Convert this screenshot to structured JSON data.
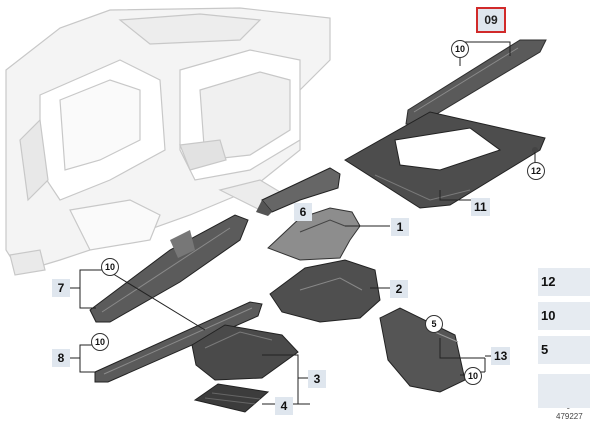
{
  "group_badge": "09",
  "catalog_number": "479227",
  "callouts": {
    "c1": "1",
    "c2": "2",
    "c3": "3",
    "c4": "4",
    "c6": "6",
    "c7": "7",
    "c8": "8",
    "c11": "11",
    "c13": "13"
  },
  "circled": {
    "top10": "10",
    "p12": "12",
    "p7_10": "10",
    "p8_10": "10",
    "p13_5": "5",
    "p13_10": "10"
  },
  "legend": [
    {
      "number": "12",
      "icon": "hex-nut-icon"
    },
    {
      "number": "10",
      "icon": "clip-nut-icon"
    },
    {
      "number": "5",
      "icon": "screw-icon"
    },
    {
      "number": "",
      "icon": "arrow-symbol-icon"
    }
  ],
  "colors": {
    "badge_border": "#d12a2a",
    "tag_background": "#dfe6ee",
    "part_dark": "#4a4a4a",
    "ghost_line": "#c8c8c8"
  }
}
